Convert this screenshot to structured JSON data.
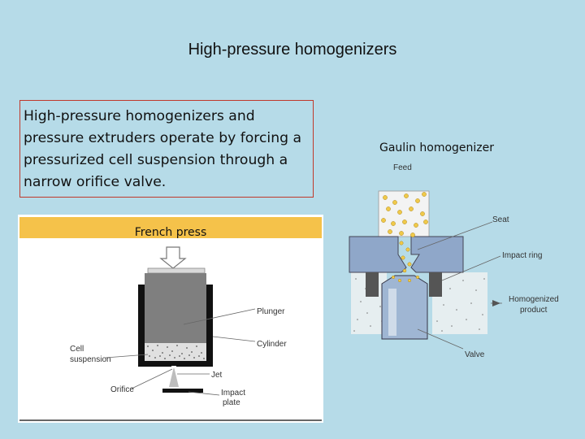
{
  "slide": {
    "title": "High-pressure homogenizers",
    "body_text": "High-pressure homogenizers and pressure extruders operate by forcing a pressurized cell suspension through a narrow orifice valve."
  },
  "french_press": {
    "header": "French press",
    "labels": {
      "plunger": "Plunger",
      "cylinder": "Cylinder",
      "cell_suspension_line1": "Cell",
      "cell_suspension_line2": "suspension",
      "jet": "Jet",
      "orifice": "Orifice",
      "impact_plate_line1": "Impact",
      "impact_plate_line2": "plate"
    },
    "colors": {
      "header": "#f5c24a",
      "plunger": "#7f7f7f",
      "cylinder": "#111111"
    }
  },
  "gaulin": {
    "title": "Gaulin homogenizer",
    "labels": {
      "feed": "Feed",
      "seat": "Seat",
      "impact_ring": "Impact ring",
      "homogenized_line1": "Homogenized",
      "homogenized_line2": "product",
      "valve": "Valve"
    },
    "colors": {
      "body": "#8fa7c9",
      "particles": "#f0c94a",
      "valve": "#9fb6d3"
    }
  }
}
